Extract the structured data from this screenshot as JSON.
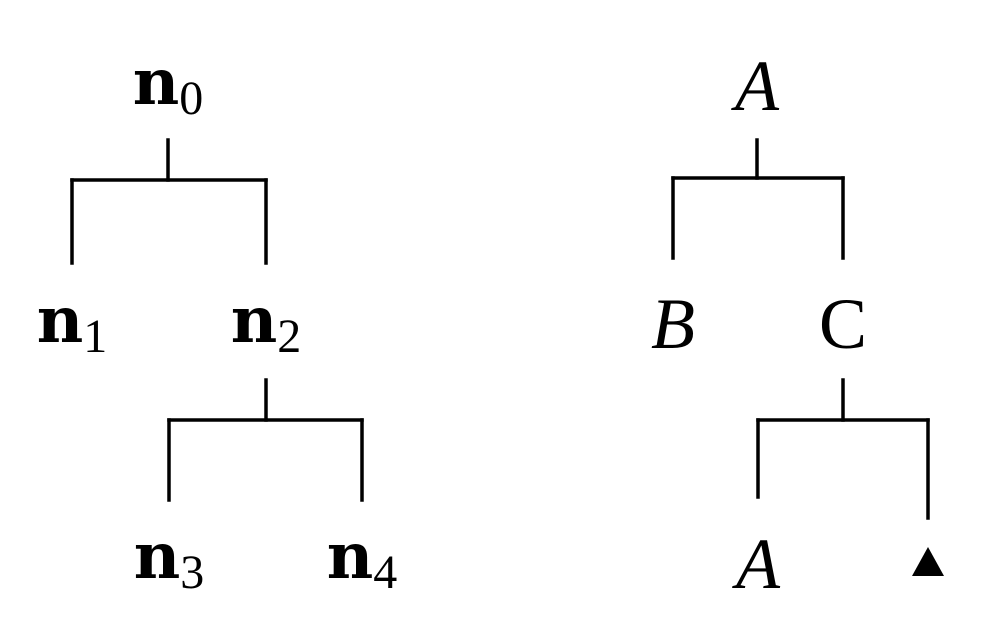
{
  "left_tree": {
    "nodes": {
      "n0": {
        "base": "n",
        "sub": "0"
      },
      "n1": {
        "base": "n",
        "sub": "1"
      },
      "n2": {
        "base": "n",
        "sub": "2"
      },
      "n3": {
        "base": "n",
        "sub": "3"
      },
      "n4": {
        "base": "n",
        "sub": "4"
      }
    }
  },
  "right_tree": {
    "nodes": {
      "root": "A",
      "left_child": "B",
      "right_child": "C",
      "grandchild_left": "A",
      "grandchild_right_marker": "filled-triangle"
    }
  }
}
